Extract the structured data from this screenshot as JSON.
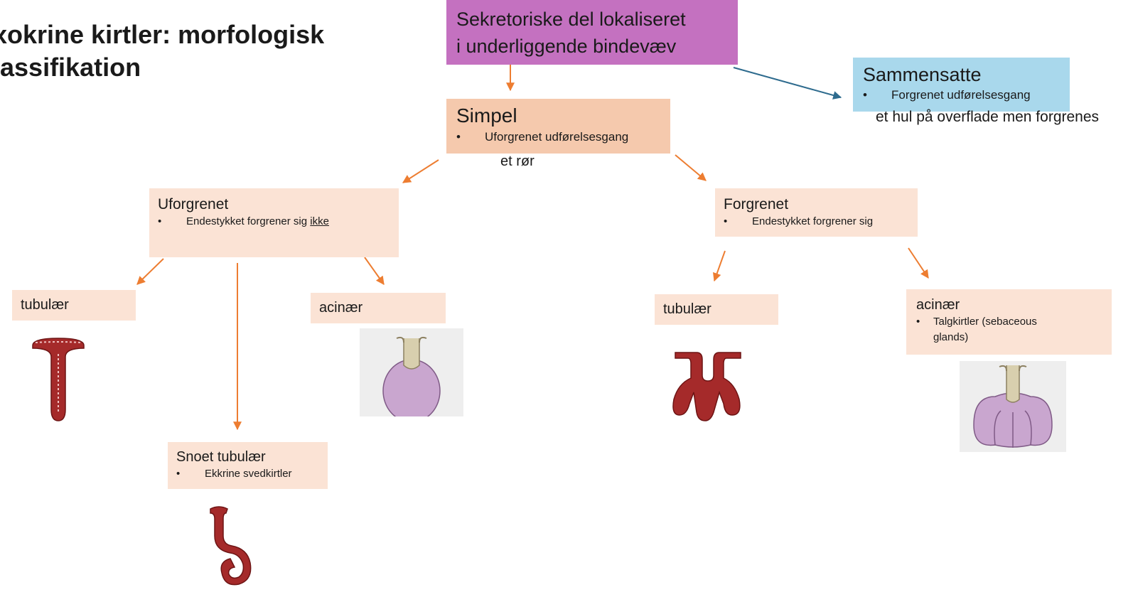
{
  "title": {
    "line1": "xokrine kirtler: morfologisk",
    "line2": "lassifikation"
  },
  "top_box": {
    "line1": "Sekretoriske del lokaliseret",
    "line2": "i underliggende bindevæv"
  },
  "sammensatte": {
    "title": "Sammensatte",
    "bullet": "Forgrenet udførelsesgang",
    "note": "et hul på overflade men forgrenes"
  },
  "simpel": {
    "title": "Simpel",
    "bullet": "Uforgrenet udførelsesgang",
    "note": "et rør"
  },
  "uforgrenet": {
    "title": "Uforgrenet",
    "bullet_main": "Endestykket forgrener sig ",
    "bullet_emph": "ikke"
  },
  "forgrenet": {
    "title": "Forgrenet",
    "bullet": "Endestykket forgrener sig"
  },
  "leaf_tubular_left": {
    "title": "tubulær"
  },
  "leaf_acinar_left": {
    "title": "acinær"
  },
  "leaf_tubular_right": {
    "title": "tubulær"
  },
  "leaf_acinar_right": {
    "title": "acinær",
    "bullet_line1": "Talgkirtler (sebaceous",
    "bullet_line2": "glands)"
  },
  "snoet": {
    "title": "Snoet tubulær",
    "bullet": "Ekkrine svedkirtler"
  },
  "bullet_symbol": "•",
  "colors": {
    "purple": "#c471c0",
    "blue": "#a9d8ec",
    "peach": "#f5c9ad",
    "light_peach": "#fbe3d5",
    "arrow_orange": "#ed7d31",
    "arrow_blue": "#2e6b8e",
    "gland_red": "#a52a2a",
    "gland_purple": "#c9a6cf"
  }
}
